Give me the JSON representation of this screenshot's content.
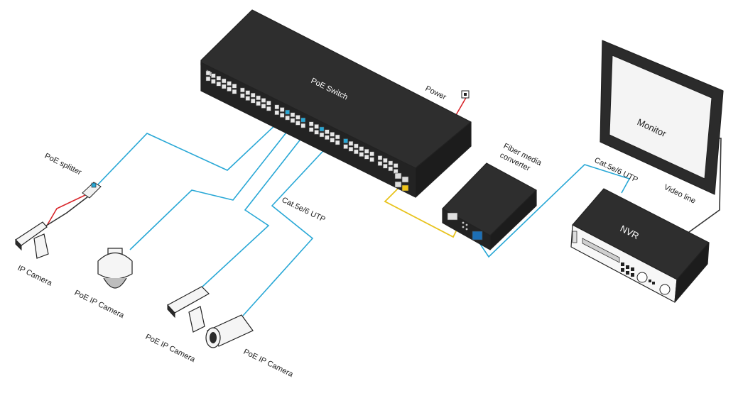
{
  "labels": {
    "poe_switch": "PoE  Switch",
    "power": "Power",
    "fiber_media_converter_line1": "Fiber media",
    "fiber_media_converter_line2": "converter",
    "monitor": "Monitor",
    "nvr": "NVR",
    "video_line": "Video line",
    "cat_utp_right": "Cat.5e/6 UTP",
    "cat_utp_left": "Cat.5e/6 UTP",
    "poe_splitter": "PoE splitter",
    "ip_camera": "IP Camera",
    "poe_ip_camera_dome": "PoE IP Camera",
    "poe_ip_camera_box": "PoE IP Camera",
    "poe_ip_camera_bullet": "PoE IP Camera"
  },
  "colors": {
    "utp_cable": "#29a8d6",
    "fiber_cable": "#e8c31c",
    "power_cable": "#d8262b",
    "device_body": "#2b2b2b",
    "device_top": "#353535",
    "device_light": "#f4f4f4"
  },
  "icons": {
    "switch": "poe-switch-icon",
    "converter": "fiber-converter-icon",
    "monitor": "monitor-icon",
    "nvr": "nvr-icon",
    "dome": "dome-camera-icon",
    "box": "box-camera-icon",
    "bullet": "bullet-camera-icon",
    "splitter": "poe-splitter-icon"
  }
}
